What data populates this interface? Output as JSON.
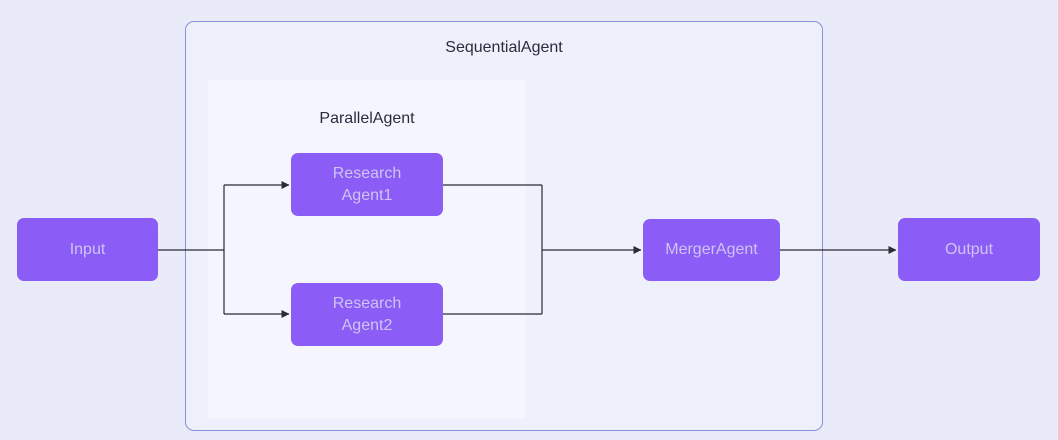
{
  "diagram": {
    "containers": {
      "sequential": {
        "label": "SequentialAgent"
      },
      "parallel": {
        "label": "ParallelAgent"
      }
    },
    "nodes": {
      "input": {
        "label": "Input"
      },
      "research1": {
        "label": "Research\nAgent1"
      },
      "research2": {
        "label": "Research\nAgent2"
      },
      "merger": {
        "label": "MergerAgent"
      },
      "output": {
        "label": "Output"
      }
    },
    "edges": [
      {
        "from": "Input",
        "to": "Research Agent1"
      },
      {
        "from": "Input",
        "to": "Research Agent2"
      },
      {
        "from": "Research Agent1",
        "to": "MergerAgent"
      },
      {
        "from": "Research Agent2",
        "to": "MergerAgent"
      },
      {
        "from": "MergerAgent",
        "to": "Output"
      }
    ],
    "colors": {
      "page_bg": "#e9ebf8",
      "container_fill": "#eef0fb",
      "container_border": "#8792d8",
      "parallel_fill": "#f5f6fd",
      "node_fill": "#8b5cf6",
      "node_text": "#cfc4f3",
      "title_text": "#2b2b3d",
      "connector": "#2b2b35"
    }
  }
}
